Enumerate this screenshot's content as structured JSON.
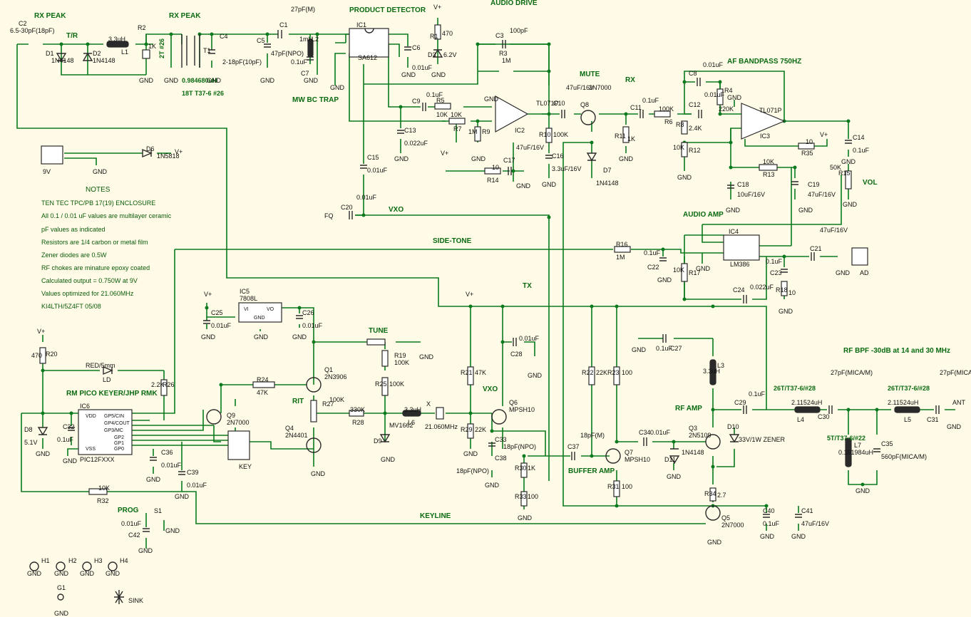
{
  "sections": {
    "rx_peak_1": "RX PEAK",
    "tr": "T/R",
    "rx_peak_2": "RX PEAK",
    "product_detector": "PRODUCT DETECTOR",
    "audio_drive": "AUDIO DRIVE",
    "mute": "MUTE",
    "rx": "RX",
    "af_bandpass": "AF BANDPASS 750HZ",
    "mw_bc_trap": "MW BC TRAP",
    "vxo_1": "VXO",
    "side_tone": "SIDE-TONE",
    "audio_amp": "AUDIO AMP",
    "tx": "TX",
    "tune": "TUNE",
    "rit": "RIT",
    "vxo_2": "VXO",
    "rf_bpf": "RF BPF -30dB at 14 and 30 MHz",
    "rf_amp": "RF AMP",
    "buffer_amp": "BUFFER AMP",
    "keyline": "KEYLINE",
    "prog": "PROG",
    "vol": "VOL",
    "rm_pico": "RM PICO KEYER/JHP RMK"
  },
  "notes": {
    "title": "NOTES",
    "lines": [
      "TEN TEC TPC/PB 17(19) ENCLOSURE",
      "All 0.1 / 0.01 uF values are multilayer ceramic",
      "pF values as indicated",
      "Resistors are 1/4 carbon or metal film",
      "Zener diodes are 0.5W",
      "RF chokes are minature epoxy coated",
      "Calculated output = 0.750W at 9V",
      "Values optimized for 21.060MHz",
      "KI4LTH/5Z4FT 05/08"
    ]
  },
  "labels": {
    "c2": "C2",
    "c2v": "6.5-30pF(18pF)",
    "d1": "D1",
    "d1v": "1N4148",
    "d2": "D2",
    "d2v": "1N4148",
    "l1v": "3.3uH",
    "l1": "L1",
    "r2": "R2",
    "r2v": "1K",
    "t1": "T1",
    "t1w": "2T #26",
    "t1v": "0.984680uH",
    "t1t": "18T T37-6 #26",
    "c4": "C4",
    "c4v": "2-18pF(10pF)",
    "c5": "C5",
    "c5v": "47pF(NPO)",
    "c1": "C1",
    "c1v": "27pF(M)",
    "l2": "L2",
    "l2v": "1mH",
    "c7": "C7",
    "c7v": "0.1uF",
    "ic1": "IC1",
    "ic1v": "SA612",
    "c6": "C6",
    "c6v": "0.01uF",
    "r1": "R1",
    "r1v": "470",
    "d3": "D3",
    "d3v": "6.2V",
    "c3": "C3",
    "c3v": "100pF",
    "r3": "R3",
    "r3v": "1M",
    "ic2": "IC2",
    "ic2v": "TL071P",
    "c9": "C9",
    "c9v": "0.1uF",
    "r5": "R5",
    "r5v": "10K",
    "r7": "R7",
    "r7v": "10K",
    "r9": "R9",
    "r9v": "1M",
    "c13": "C13",
    "c13v": "0.022uF",
    "c15": "C15",
    "c15v": "0.01uF",
    "r14": "R14",
    "r14v": "10",
    "c17": "C17",
    "c17v": "47uF/16V",
    "c10": "C10",
    "c10v": "47uF/16V",
    "q8": "Q8",
    "q8v": "2N7000",
    "r10": "R10",
    "r10v": "100K",
    "c16": "C16",
    "c16v": "3.3uF/16V",
    "d7": "D7",
    "d7v": "1N4148",
    "c11": "C11",
    "c11v": "0.1uF",
    "r11": "R11",
    "r11v": "1K",
    "r6": "R6",
    "r6v": "100K",
    "c8": "C8",
    "c8v": "0.01uF",
    "c12": "C12",
    "c12v": "0.01uF",
    "r4": "R4",
    "r4v": "220K",
    "r8": "R8",
    "r8v": "2.4K",
    "r12": "R12",
    "r12v": "10K",
    "ic3": "IC3",
    "ic3v": "TL071P",
    "r35": "R35",
    "r35v": "10",
    "c14": "C14",
    "c14v": "0.1uF",
    "r13": "R13",
    "r13v": "10K",
    "c18": "C18",
    "c18v": "10uF/16V",
    "c19": "C19",
    "c19v": "47uF/16V",
    "r15": "R15",
    "r15v": "50K",
    "c20": "C20",
    "c20v": "0.01uF",
    "fq": "FQ",
    "r16": "R16",
    "r16v": "1M",
    "c22": "C22",
    "c22v": "0.1uF",
    "r17": "R17",
    "r17v": "10K",
    "ic4": "IC4",
    "ic4v": "LM386",
    "c24": "C24",
    "c24v": "0.022uF",
    "c23": "C23",
    "c23v": "0.1uF",
    "c21": "C21",
    "c21v": "47uF/16V",
    "r18": "R18",
    "r18v": "10",
    "ad": "AD",
    "jp9v": "9V",
    "d6": "D6",
    "d6v": "1N5818",
    "ic5": "IC5",
    "ic5v": "7808L",
    "ic5vi": "VI",
    "ic5vo": "VO",
    "ic5g": "GND",
    "c25": "C25",
    "c25v": "0.01uF",
    "c26": "C26",
    "c26v": "0.01uF",
    "r20": "R20",
    "r20v": "470",
    "ld": "LD",
    "ldv": "RED/5mm",
    "r26": "R26",
    "r26v": "2.2K",
    "ic6": "IC6",
    "ic6v": "PIC12FXXX",
    "ic6p1": "VDD",
    "ic6p2": "GP5/CIN",
    "ic6p3": "GP4/COUT",
    "ic6p4": "GP3/MC",
    "ic6p5": "GP2",
    "ic6p6": "GP1",
    "ic6p7": "GP0",
    "ic6p8": "VSS",
    "d8": "D8",
    "d8v": "5.1V",
    "c32": "C32",
    "c32v": "0.1uF",
    "c36": "C36",
    "c36v": "0.01uF",
    "c39": "C39",
    "c39v": "0.01uF",
    "q9": "Q9",
    "q9v": "2N7000",
    "key": "KEY",
    "r32": "R32",
    "r32v": "10K",
    "s1": "S1",
    "c42": "C42",
    "c42v": "0.01uF",
    "r24": "R24",
    "r24v": "47K",
    "q1": "Q1",
    "q1v": "2N3906",
    "q4": "Q4",
    "q4v": "2N4401",
    "r27": "R27",
    "r27v": "100K",
    "r28": "R28",
    "r28v": "330K",
    "r19": "R19",
    "r19v": "100K",
    "r25": "R25",
    "r25v": "100K",
    "d9": "D9",
    "d9v": "MV1662",
    "l6": "L6",
    "l6v": "3.3uH",
    "x": "X",
    "xv": "21.060MHz",
    "r21": "R21",
    "r21v": "47K",
    "r29": "R29",
    "r29v": "22K",
    "c28": "C28",
    "c28v": "0.01uF",
    "q6": "Q6",
    "q6v": "MPSH10",
    "c33": "C33",
    "c33v": "18pF(NPO)",
    "c38": "C38",
    "c38v": "18pF(NPO)",
    "r30": "R30",
    "r30v": "1K",
    "r33": "R33",
    "r33v": "100",
    "c37": "C37",
    "c37v": "18pF(M)",
    "r22": "R22",
    "r22v": "22K",
    "r23": "R23",
    "r23v": "100",
    "q7": "Q7",
    "q7v": "MPSH10",
    "r31": "R31",
    "r31v": "100",
    "c27": "C27",
    "c27v": "0.1uF",
    "c34": "C34",
    "c34v": "0.01uF",
    "d11": "D11",
    "d11v": "1N4148",
    "l3": "L3",
    "l3v": "3.3uH",
    "q3": "Q3",
    "q3v": "2N5109",
    "d10": "D10",
    "d10v": "33V/1W ZENER",
    "c29": "C29",
    "c29v": "0.1uF",
    "r34": "R34",
    "r34v": "2.7",
    "q5": "Q5",
    "q5v": "2N7000",
    "c40": "C40",
    "c40v": "0.1uF",
    "c41": "C41",
    "c41v": "47uF/16V",
    "l4": "L4",
    "l4v": "2.11524uH",
    "l4t": "26T/T37-6/#28",
    "c30": "C30",
    "c30v": "27pF(MICA/M)",
    "l7": "L7",
    "l7v": "0.101984uH",
    "l7t": "5T/T37-6/#22",
    "c35": "C35",
    "c35v": "560pF(MICA/M)",
    "l5": "L5",
    "l5v": "2.11524uH",
    "l5t": "26T/T37-6/#28",
    "c31": "C31",
    "c31v": "27pF(MICA/M)",
    "ant": "ANT",
    "h1": "H1",
    "h2": "H2",
    "h3": "H3",
    "h4": "H4",
    "g1": "G1",
    "sink": "SINK",
    "gnd": "GND",
    "vplus": "V+"
  }
}
